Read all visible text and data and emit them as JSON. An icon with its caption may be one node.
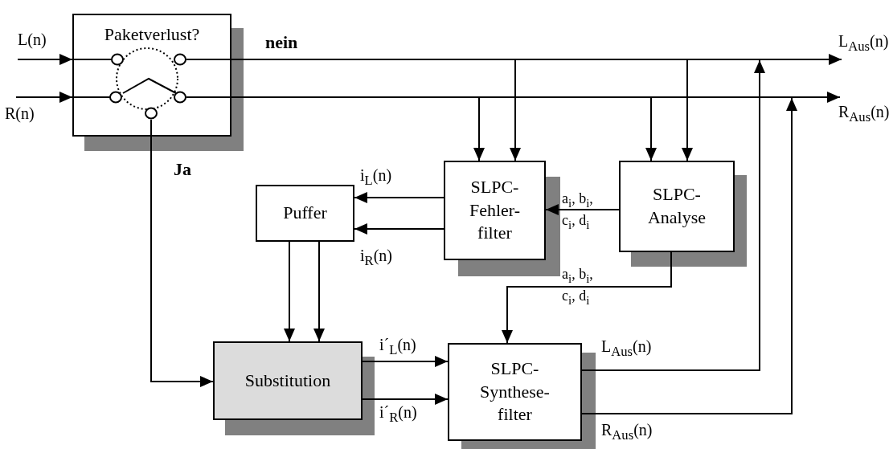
{
  "diagram": {
    "nodes": [
      {
        "text": [
          "Paketverlust?"
        ]
      },
      {
        "text": [
          "Puffer"
        ]
      },
      {
        "text": [
          "SLPC- Fehler- filter"
        ]
      },
      {
        "text": [
          "SLPC- Analyse"
        ]
      },
      {
        "text": [
          "Substitution"
        ]
      },
      {
        "text": [
          "SLPC- Synthese- filter"
        ]
      }
    ],
    "edges": [
      {
        "from": null,
        "to": 0,
        "arrow": "to",
        "label": "L(n)"
      },
      {
        "from": null,
        "to": 0,
        "arrow": "to",
        "label": "R(n)"
      },
      {
        "from": 0,
        "to": null,
        "arrow": "to",
        "label": "L$_{Aus}$(n)"
      },
      {
        "from": 0,
        "to": null,
        "arrow": "to",
        "label": "R$_{Aus}$(n)"
      },
      {
        "from": 0,
        "to": 2,
        "arrow": "to"
      },
      {
        "from": 0,
        "to": 2,
        "arrow": "to"
      },
      {
        "from": 0,
        "to": 3,
        "arrow": "to"
      },
      {
        "from": 0,
        "to": 3,
        "arrow": "to"
      },
      {
        "from": 0,
        "to": 4,
        "arrow": "to"
      },
      {
        "from": 2,
        "to": 1,
        "arrow": "to",
        "label": "i$_{L}$(n)"
      },
      {
        "from": 2,
        "to": 1,
        "arrow": "to",
        "label": "i$_{R}$(n)"
      },
      {
        "from": 3,
        "to": 2,
        "arrow": "to",
        "label": "a$_{i}$, b$_{i}$, c$_{i}$, d$_{i}$"
      },
      {
        "from": 1,
        "to": 4,
        "arrow": "to"
      },
      {
        "from": 1,
        "to": 4,
        "arrow": "to"
      },
      {
        "from": 3,
        "to": 5,
        "arrow": "to",
        "label": "a$_{i}$, b$_{i}$, c$_{i}$, d$_{i}$"
      },
      {
        "from": 4,
        "to": 5,
        "arrow": "to",
        "label": "i´$_{L}$(n)"
      },
      {
        "from": 4,
        "to": 5,
        "arrow": "to",
        "label": "i´$_{R}$(n)"
      },
      {
        "from": 5,
        "to": null,
        "arrow": "to",
        "label": "L$_{Aus}$(n)"
      },
      {
        "from": 5,
        "to": null,
        "arrow": "to",
        "label": "R$_{Aus}$(n)"
      }
    ],
    "labels": [
      "nein",
      "Ja"
    ]
  }
}
